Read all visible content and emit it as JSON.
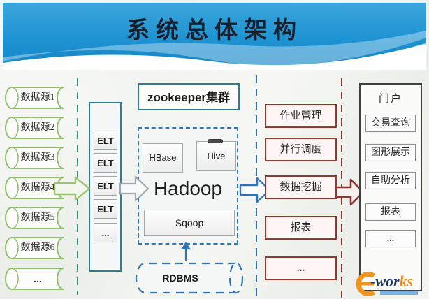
{
  "page": {
    "title": "系统总体架构"
  },
  "data_sources": {
    "items": [
      "数据源1",
      "数据源2",
      "数据源3",
      "数据源4",
      "数据源5",
      "数据源6",
      "..."
    ]
  },
  "elt": {
    "items": [
      "ELT",
      "ELT",
      "ELT",
      "ELT",
      "..."
    ]
  },
  "cluster": {
    "zookeeper": "zookeeper集群",
    "hadoop": "Hadoop",
    "hbase": "HBase",
    "hive": "Hive",
    "sqoop": "Sqoop",
    "rdbms": "RDBMS"
  },
  "services": {
    "items": [
      "作业管理",
      "并行调度",
      "数据挖掘",
      "报表",
      "..."
    ]
  },
  "portal": {
    "title": "门户",
    "items": [
      "交易查询",
      "图形展示",
      "自助分析",
      "报表",
      "..."
    ]
  },
  "watermark": {
    "text": "e-works",
    "mid": "-wor",
    "tail": "ks"
  },
  "colors": {
    "banner_blue": "#1E93D2",
    "source_green": "#8FBE6E",
    "teal_border": "#2D7D96",
    "hadoop_blue": "#2E75B6",
    "service_red": "#97362F",
    "portal_border": "#3F3F3F",
    "logo_orange": "#F0941F",
    "logo_navy": "#1E3A5F"
  }
}
